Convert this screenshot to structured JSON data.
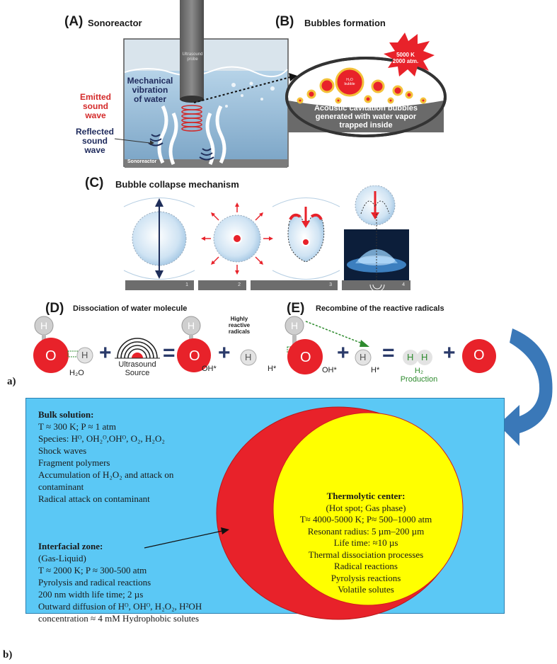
{
  "panel_a": {
    "letter": "(A)",
    "title": "Sonoreactor",
    "probe_label": "Ultrasound probe",
    "mech_label_1": "Mechanical",
    "mech_label_2": "vibration",
    "mech_label_3": "of water",
    "emitted_1": "Emitted",
    "emitted_2": "sound",
    "emitted_3": "wave",
    "reflected_1": "Reflected",
    "reflected_2": "sound",
    "reflected_3": "wave",
    "base_label": "Sonoreactor"
  },
  "panel_b": {
    "letter": "(B)",
    "title": "Bubbles formation",
    "burst_1": "5000 K",
    "burst_2": "2000 atm.",
    "bubble_label_1": "H₂O",
    "bubble_label_2": "bubble",
    "caption_1": "Acoustic cavitation bubbles",
    "caption_2": "generated with water vapor",
    "caption_3": "trapped inside"
  },
  "panel_c": {
    "letter": "(C)",
    "title": "Bubble collapse mechanism",
    "steps": [
      "1",
      "2",
      "3",
      "4"
    ]
  },
  "panel_d": {
    "letter": "(D)",
    "title": "Dissociation of water molecule",
    "h": "H",
    "o": "O",
    "h2o": "H₂O",
    "plus": "+",
    "equals": "=",
    "source_1": "Ultrasound",
    "source_2": "Source",
    "highly_1": "Highly",
    "highly_2": "reactive",
    "highly_3": "radicals",
    "oh": "OH*",
    "hstar": "H*"
  },
  "panel_e": {
    "letter": "(E)",
    "title": "Recombine of the reactive radicals",
    "h2_1": "H₂",
    "h2_2": "Production"
  },
  "label_a": "a)",
  "label_b": "b)",
  "part_b": {
    "bulk_title": "Bulk solution:",
    "bulk_lines": [
      "T ≈ 300 K; P ≈ 1 atm",
      "Species: Hᴼ, OH₂ᴼ,OHᴼ, O₂, H₂O₂",
      "Shock waves",
      "Fragment polymers",
      "Accumulation of H₂O₂ and attack on",
      "contaminant",
      "Radical attack on contaminant"
    ],
    "interfacial_title": "Interfacial zone:",
    "interfacial_lines": [
      "(Gas-Liquid)",
      "T ≈ 2000 K; P ≈ 300-500  atm",
      "Pyrolysis and radical reactions",
      "200 nm width life time; 2 µs",
      "Outward diffusion of Hᴼ, OHᴼ, H₂O₂, H²OH",
      "concentration ≈ 4 mM Hydrophobic solutes"
    ],
    "thermo_title": "Thermolytic center:",
    "thermo_lines": [
      "(Hot spot; Gas phase)",
      "T≈ 4000-5000 K; P≈ 500–1000 atm",
      "Resonant radius: 5 µm–200 µm",
      "Life time: ≈10 µs",
      "Thermal dissociation processes",
      "Radical reactions",
      "Pyrolysis reactions",
      "Volatile solutes"
    ]
  },
  "colors": {
    "box_blue": "#5bc8f5",
    "red": "#e8222a",
    "yellow": "#ffff00",
    "arrow_blue": "#3a78b8"
  }
}
